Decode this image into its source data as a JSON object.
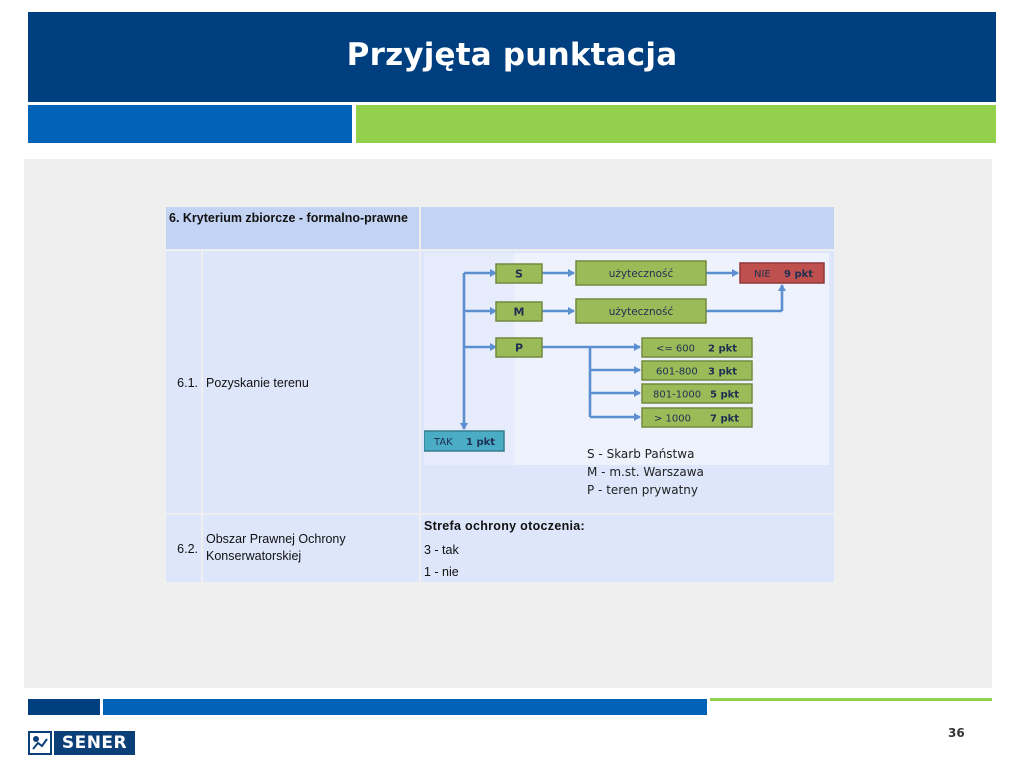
{
  "slide": {
    "title": "Przyjęta punktacja",
    "page_number": "36"
  },
  "table": {
    "header": {
      "criterion": "6. Kryterium zbiorcze - formalno-prawne",
      "empty": ""
    },
    "rows": [
      {
        "number": "6.1.",
        "label": "Pozyskanie terenu"
      },
      {
        "number": "6.2.",
        "label": "Obszar Prawnej Ochrony Konserwatorskiej",
        "detail_title": "Strefa ochrony otoczenia:",
        "detail_lines": [
          "3 - tak",
          "1 - nie"
        ]
      }
    ]
  },
  "diagram": {
    "nodes": {
      "s": "S",
      "m": "M",
      "p": "P",
      "util_1": "użyteczność",
      "util_2": "użyteczność",
      "nie": "NIE",
      "nie_points": "9 pkt",
      "tak": "TAK",
      "tak_points": "1 pkt",
      "range_1": "<= 600",
      "range_1_points": "2 pkt",
      "range_2": "601-800",
      "range_2_points": "3 pkt",
      "range_3": "801-1000",
      "range_3_points": "5 pkt",
      "range_4": "> 1000",
      "range_4_points": "7 pkt"
    },
    "legend": [
      "S - Skarb Państwa",
      "M - m.st. Warszawa",
      "P - teren prywatny"
    ],
    "colors": {
      "green_box": "#9bbb59",
      "green_border": "#71893f",
      "red_box": "#c0504d",
      "red_border": "#8c3836",
      "tak_box": "#4bacc6",
      "tak_border": "#357d91",
      "arrow": "#5b8fd0"
    }
  },
  "logo": {
    "text": "SENER"
  }
}
